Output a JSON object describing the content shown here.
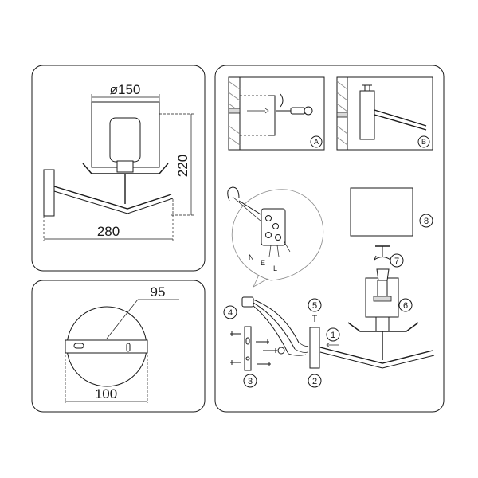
{
  "dimensions": {
    "diameter": "ø150",
    "height": "220",
    "length": "280",
    "plate_diameter": "95",
    "plate_width": "100"
  },
  "steps": [
    "1",
    "2",
    "3",
    "4",
    "5",
    "6",
    "7",
    "8"
  ],
  "sub_views": [
    "A",
    "B"
  ],
  "wire_labels": [
    "N",
    "E",
    "L"
  ]
}
